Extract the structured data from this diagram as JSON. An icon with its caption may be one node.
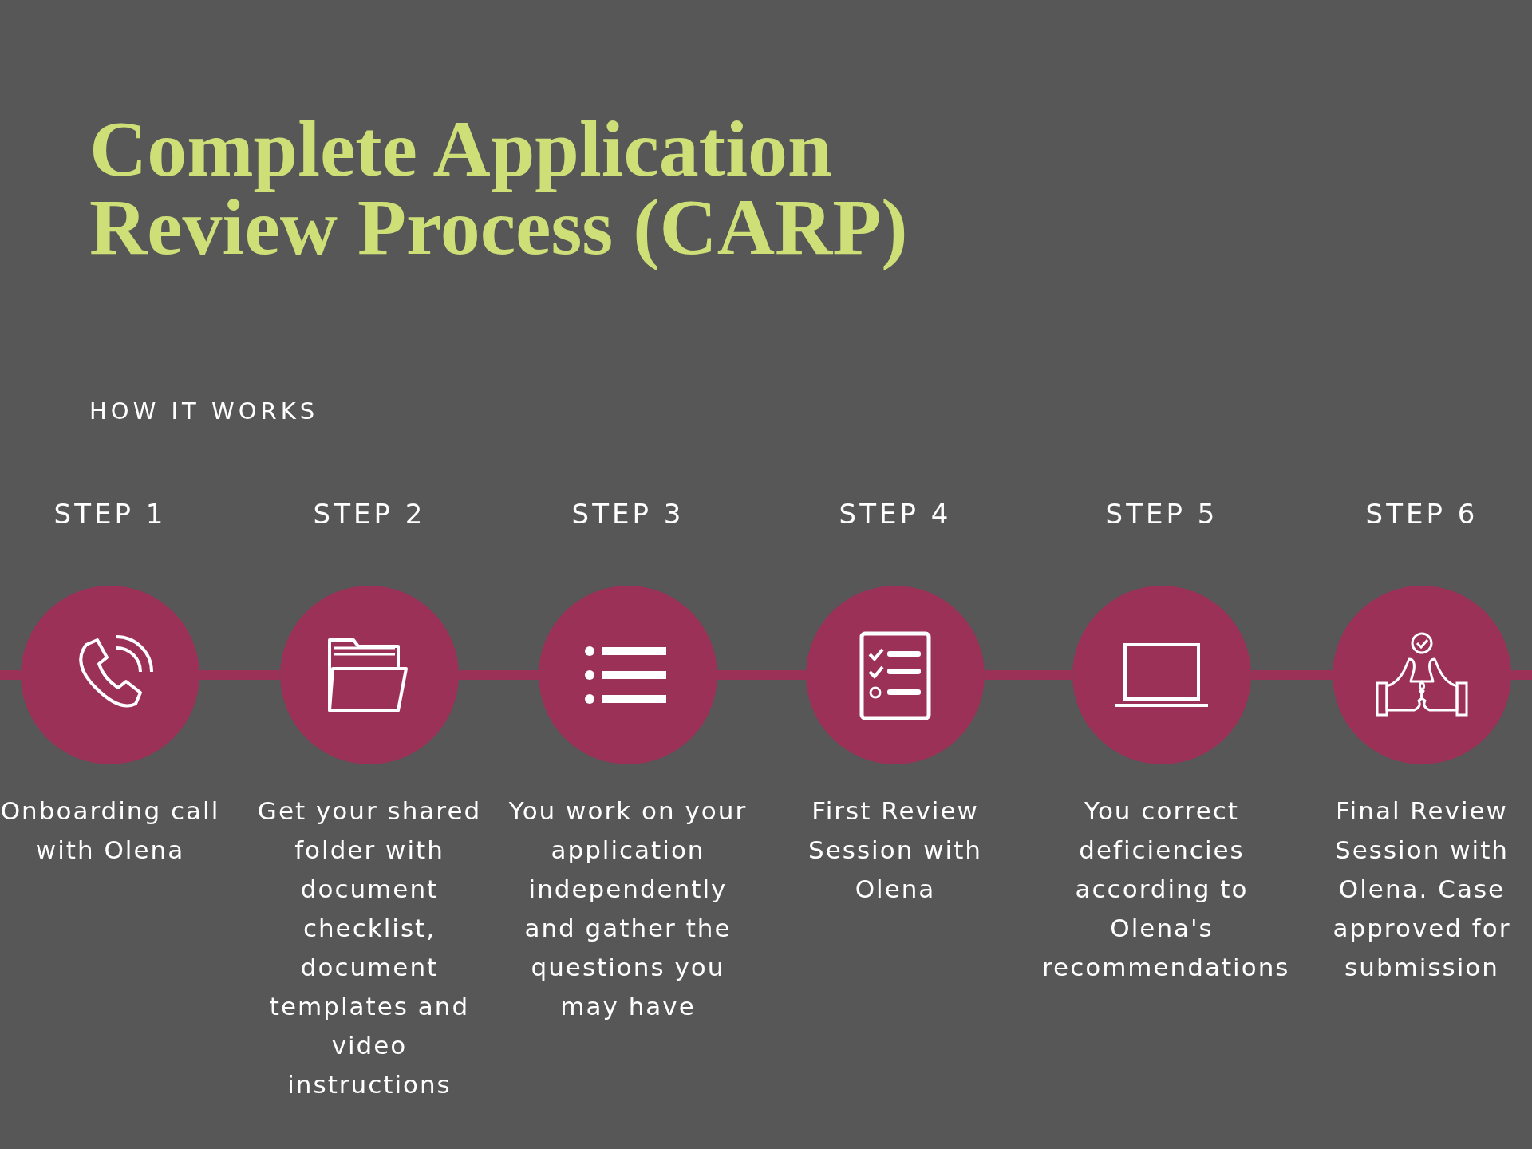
{
  "diagram": {
    "title": "Complete Application Review Process (CARP)",
    "nodes": [
      {
        "text": [],
        "shape": "circle",
        "beside": [
          "STEP 1",
          "Onboarding call with Olena"
        ]
      },
      {
        "text": [],
        "shape": "circle",
        "beside": [
          "STEP 2",
          "Get your shared folder with document checklist, document templates and video instructions"
        ]
      },
      {
        "text": [],
        "shape": "circle",
        "beside": [
          "STEP 3",
          "You work on your application independently and gather the questions you may have"
        ]
      },
      {
        "text": [],
        "shape": "circle",
        "beside": [
          "STEP 4",
          "First Review Session with Olena"
        ]
      },
      {
        "text": [],
        "shape": "circle",
        "beside": [
          "STEP 5",
          "You correct deficiencies according to Olena's recommendations"
        ]
      },
      {
        "text": [],
        "shape": "circle",
        "beside": [
          "STEP 6",
          "Final Review Session with Olena. Case approved for submission"
        ]
      }
    ],
    "edges": [
      {
        "from": null,
        "to": 0,
        "arrow": "none"
      },
      {
        "from": 0,
        "to": 1,
        "arrow": "none"
      },
      {
        "from": 1,
        "to": 2,
        "arrow": "none"
      },
      {
        "from": 2,
        "to": 3,
        "arrow": "none"
      },
      {
        "from": 3,
        "to": 4,
        "arrow": "none"
      },
      {
        "from": 4,
        "to": 5,
        "arrow": "none"
      },
      {
        "from": 5,
        "to": null,
        "arrow": "none"
      }
    ],
    "labels": [
      "HOW IT WORKS"
    ]
  }
}
